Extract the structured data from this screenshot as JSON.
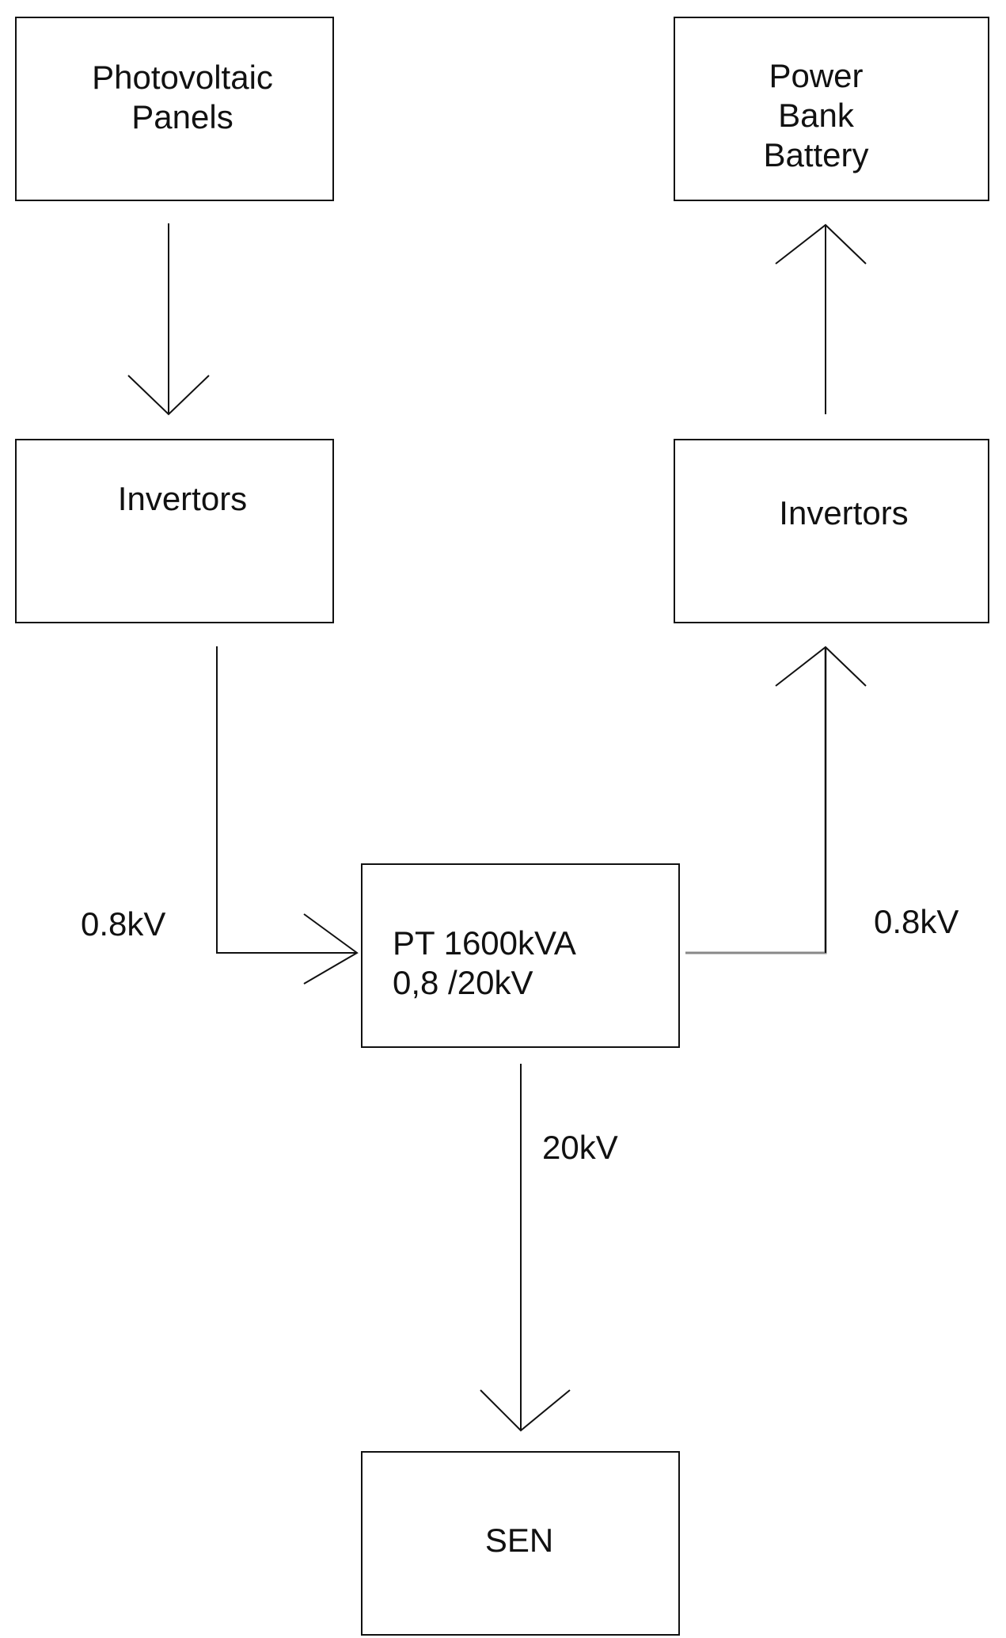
{
  "nodes": {
    "pv_panels": "Photovoltaic\nPanels",
    "power_bank": "Power\nBank\nBattery",
    "invertors_left": "Invertors",
    "invertors_right": "Invertors",
    "transformer": "PT 1600kVA\n0,8 /20kV",
    "sen": "SEN"
  },
  "edge_labels": {
    "left_voltage": "0.8kV",
    "right_voltage": "0.8kV",
    "grid_voltage": "20kV"
  },
  "colors": {
    "line": "#111111",
    "line_light": "#888888",
    "background": "#ffffff"
  }
}
